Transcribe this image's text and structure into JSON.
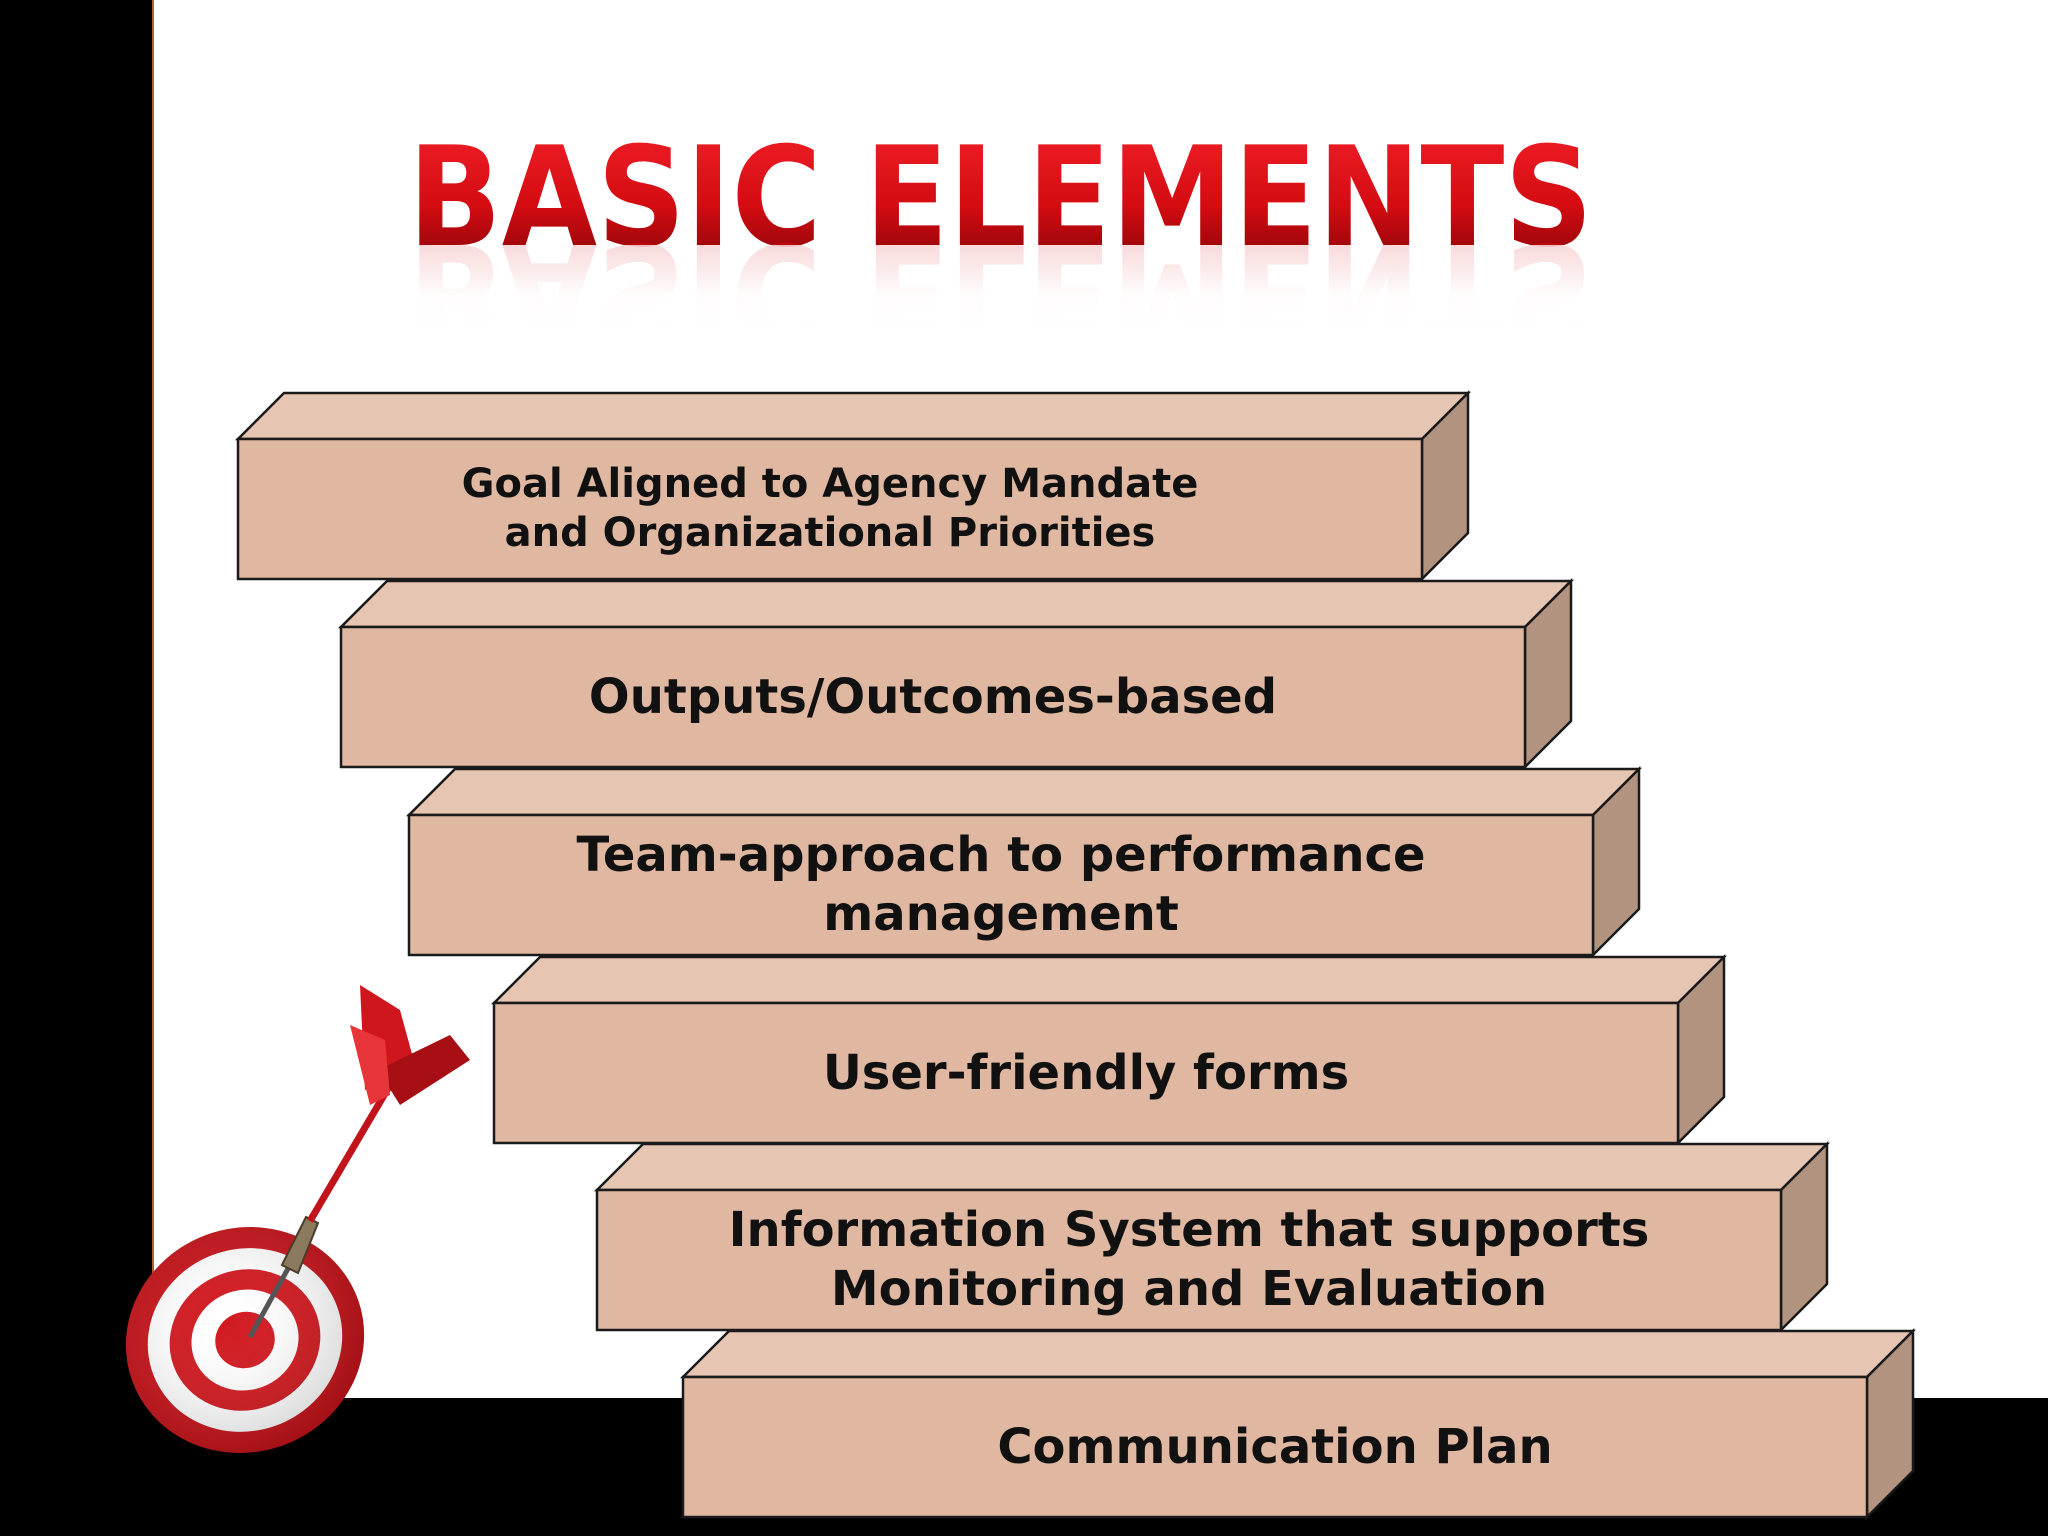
{
  "slide": {
    "title": "BASIC ELEMENTS",
    "steps": [
      {
        "label": "Goal Aligned to Agency Mandate\nand Organizational Priorities"
      },
      {
        "label": "Outputs/Outcomes-based"
      },
      {
        "label": "Team-approach to performance management"
      },
      {
        "label": "User-friendly forms"
      },
      {
        "label": "Information System that supports\nMonitoring and Evaluation"
      },
      {
        "label": "Communication Plan"
      }
    ]
  },
  "colors": {
    "title_red": "#d40c12",
    "title_dark": "#7a0206",
    "step_front": "#e0b7a0",
    "step_top": "#e6c5b3",
    "step_side": "#b19380",
    "step_outline": "#1a1a1a",
    "frame": "#000000",
    "frame_accent": "#b5622a",
    "target_red": "#d11a20"
  },
  "icons": {
    "decoration": "dart-target-icon"
  }
}
